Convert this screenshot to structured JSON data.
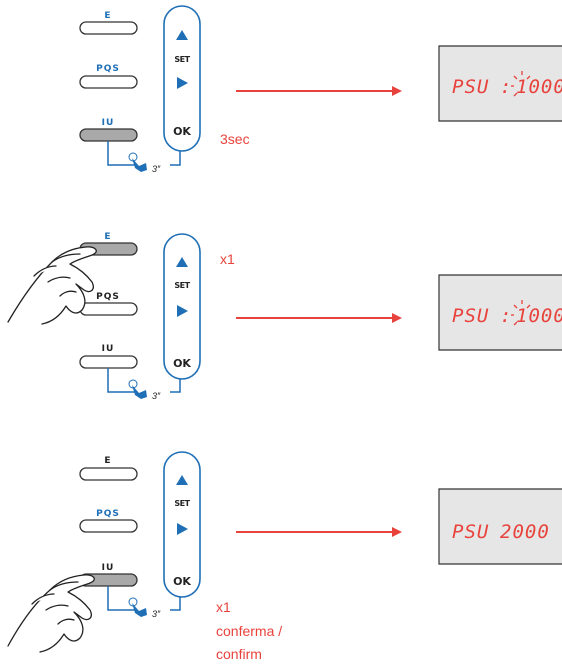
{
  "steps": [
    {
      "buttons": [
        "E",
        "PQS",
        "IU"
      ],
      "pressed": "IU",
      "hold_label": "3″",
      "panel": {
        "set": "SET",
        "ok": "OK"
      },
      "note": [
        "3sec"
      ],
      "display": {
        "label": "PSU",
        "value": "1000",
        "blinking_digit": true
      }
    },
    {
      "buttons": [
        "E",
        "PQS",
        "IU"
      ],
      "pressed": "E",
      "hold_label": "3″",
      "panel": {
        "set": "SET",
        "ok": "OK"
      },
      "note": [
        "x1"
      ],
      "display": {
        "label": "PSU",
        "value": "1000",
        "blinking_digit": true
      }
    },
    {
      "buttons": [
        "E",
        "PQS",
        "IU"
      ],
      "pressed": "IU",
      "hold_label": "3″",
      "panel": {
        "set": "SET",
        "ok": "OK"
      },
      "note": [
        "x1",
        "conferma /",
        "confirm"
      ],
      "display": {
        "label": "PSU",
        "value": "2000",
        "blinking_digit": false
      }
    }
  ],
  "colors": {
    "accent": "#e8423c",
    "button_label": "#1f6fb6",
    "pressed_button": "#a9a9a9",
    "lcd_bg": "#e6e6e6"
  }
}
